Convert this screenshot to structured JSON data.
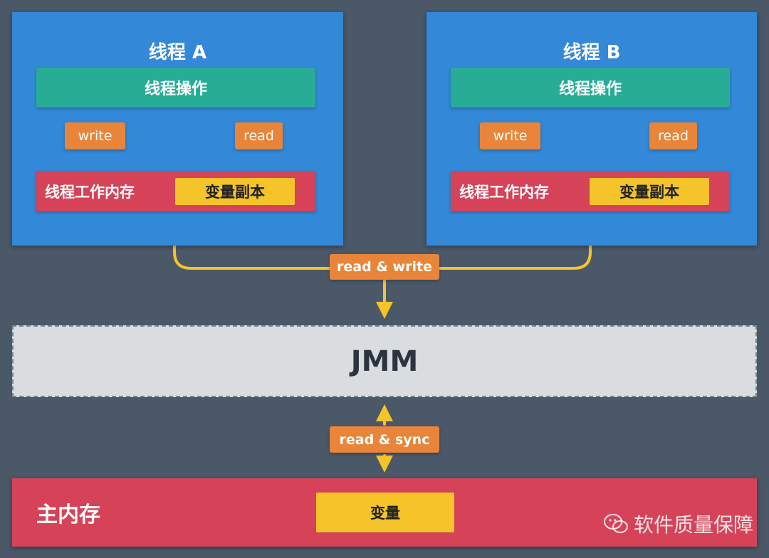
{
  "threads": [
    {
      "title": "线程 A",
      "operation": "线程操作",
      "write_label": "write",
      "read_label": "read",
      "working_memory": "线程工作内存",
      "variable_copy": "变量副本"
    },
    {
      "title": "线程 B",
      "operation": "线程操作",
      "write_label": "write",
      "read_label": "read",
      "working_memory": "线程工作内存",
      "variable_copy": "变量副本"
    }
  ],
  "read_write_label": "read & write",
  "jmm_label": "JMM",
  "read_sync_label": "read & sync",
  "main_memory": {
    "label": "主内存",
    "variable": "变量"
  },
  "watermark": "软件质量保障",
  "colors": {
    "background": "#4a5868",
    "thread": "#3388d8",
    "operation": "#27ad96",
    "tag": "#e8853a",
    "memory": "#d64258",
    "variable": "#f4c42a",
    "arrow": "#f4c42a",
    "jmm": "#dadde0"
  }
}
